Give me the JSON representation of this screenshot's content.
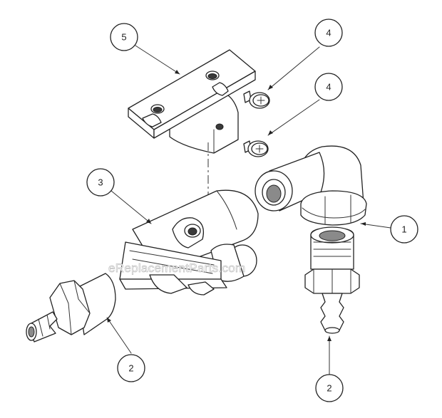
{
  "callouts": [
    {
      "id": "part-5",
      "label": "5"
    },
    {
      "id": "part-4-upper",
      "label": "4"
    },
    {
      "id": "part-4-lower",
      "label": "4"
    },
    {
      "id": "part-3",
      "label": "3"
    },
    {
      "id": "part-1",
      "label": "1"
    },
    {
      "id": "part-2-left",
      "label": "2"
    },
    {
      "id": "part-2-right",
      "label": "2"
    }
  ],
  "watermark": "eReplacementParts.com"
}
